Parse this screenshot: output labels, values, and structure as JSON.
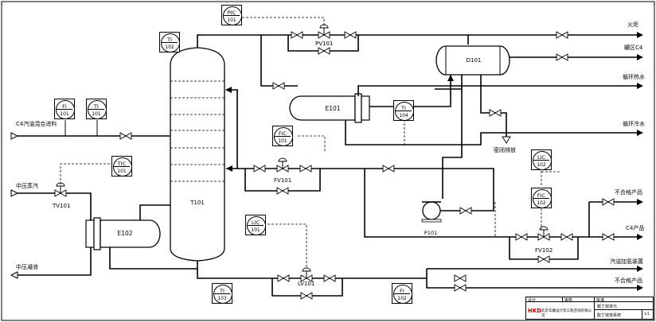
{
  "equipment": {
    "column": "T101",
    "drum": "D101",
    "condenser": "E101",
    "reboiler": "E102",
    "pump": "P101"
  },
  "instruments": {
    "pic101": {
      "tag": "PIC",
      "num": "101"
    },
    "ti102": {
      "tag": "TI",
      "num": "102"
    },
    "fi101": {
      "tag": "FI",
      "num": "101"
    },
    "ti101": {
      "tag": "TI",
      "num": "101"
    },
    "fic101": {
      "tag": "FIC",
      "num": "101"
    },
    "ti104": {
      "tag": "TI",
      "num": "104"
    },
    "tic101": {
      "tag": "TIC",
      "num": "101"
    },
    "lic101": {
      "tag": "LIC",
      "num": "101"
    },
    "lic102": {
      "tag": "LIC",
      "num": "102"
    },
    "fic102": {
      "tag": "FIC",
      "num": "102"
    },
    "ti103": {
      "tag": "TI",
      "num": "103"
    },
    "fi102": {
      "tag": "FI",
      "num": "102"
    }
  },
  "control_valves": {
    "pv101": "PV101",
    "fv101": "FV101",
    "tv101": "TV101",
    "lv101": "LV101",
    "fv102": "FV102"
  },
  "streams": {
    "feed": "C4汽油混合进料",
    "mp_steam": "中压蒸汽",
    "mp_condensate": "中压凝液",
    "flare": "火炬",
    "tank_c4": "罐区C4",
    "cw_return": "循环热水",
    "cw_supply": "循环冷水",
    "closed_drain": "密闭排放",
    "offspec_top": "不合格产品",
    "c4_product": "C4产品",
    "to_hydro": "汽油加氢装置",
    "offspec_bottom": "不合格产品"
  },
  "title_block": {
    "logo": "HKD",
    "company": "北京华康设计及工程咨询有限公司",
    "header_a": "设计",
    "header_b": "审核",
    "header_c": "批准",
    "row1": "脱丁烷单元",
    "row2": "脱丁烷塔系统",
    "sheet": "1/1"
  }
}
